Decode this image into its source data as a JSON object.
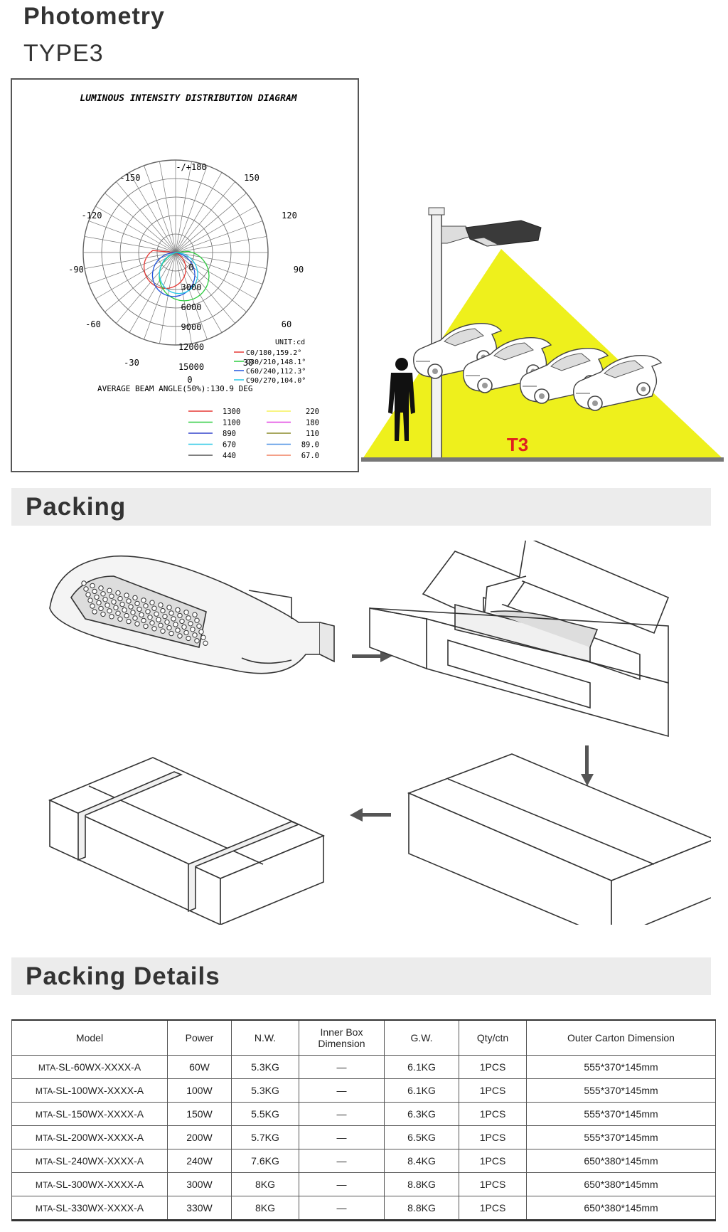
{
  "photometry": {
    "title": "Photometry",
    "type": "TYPE3",
    "diagram": {
      "title": "LUMINOUS INTENSITY DISTRIBUTION DIAGRAM",
      "angle_labels": {
        "top": "-/+180",
        "m150": "-150",
        "p150": "150",
        "m120": "-120",
        "p120": "120",
        "m90": "-90",
        "p90": "90",
        "m60": "-60",
        "p60": "60",
        "m30": "-30",
        "p30": "30",
        "bottom": "0"
      },
      "radial_labels": [
        "0",
        "3000",
        "6000",
        "9000",
        "12000",
        "15000"
      ],
      "unit": "UNIT:cd",
      "curves": [
        {
          "label": "C0/180,159.2°",
          "color": "#e53935"
        },
        {
          "label": "C30/210,148.1°",
          "color": "#2ecc40"
        },
        {
          "label": "C60/240,112.3°",
          "color": "#2255dd"
        },
        {
          "label": "C90/270,104.0°",
          "color": "#29c8e6"
        }
      ],
      "beam_angle": "AVERAGE BEAM ANGLE(50%):130.9 DEG",
      "legend_left": [
        {
          "value": "1300",
          "color": "#e53935"
        },
        {
          "value": "1100",
          "color": "#2ecc40"
        },
        {
          "value": "890",
          "color": "#3344cc"
        },
        {
          "value": "670",
          "color": "#29c8e6"
        },
        {
          "value": "440",
          "color": "#555555"
        }
      ],
      "legend_right": [
        {
          "value": "220",
          "color": "#f5f25a"
        },
        {
          "value": "180",
          "color": "#e040e0"
        },
        {
          "value": "110",
          "color": "#8a8a2a"
        },
        {
          "value": "89.0",
          "color": "#4a90e2"
        },
        {
          "value": "67.0",
          "color": "#f08060"
        }
      ]
    },
    "scene": {
      "label": "T3",
      "light_color": "#eef01c",
      "label_color": "#e02020"
    }
  },
  "packing": {
    "title": "Packing"
  },
  "packing_details": {
    "title": "Packing Details",
    "headers": {
      "model": "Model",
      "power": "Power",
      "nw": "N.W.",
      "inner_line1": "Inner Box",
      "inner_line2": "Dimension",
      "gw": "G.W.",
      "qty": "Qty/ctn",
      "outer": "Outer Carton Dimension"
    },
    "model_prefix": "MTA-",
    "rows": [
      {
        "model": "SL-60WX-XXXX-A",
        "power": "60W",
        "nw": "5.3KG",
        "inner": "—",
        "gw": "6.1KG",
        "qty": "1PCS",
        "outer": "555*370*145mm"
      },
      {
        "model": "SL-100WX-XXXX-A",
        "power": "100W",
        "nw": "5.3KG",
        "inner": "—",
        "gw": "6.1KG",
        "qty": "1PCS",
        "outer": "555*370*145mm"
      },
      {
        "model": "SL-150WX-XXXX-A",
        "power": "150W",
        "nw": "5.5KG",
        "inner": "—",
        "gw": "6.3KG",
        "qty": "1PCS",
        "outer": "555*370*145mm"
      },
      {
        "model": "SL-200WX-XXXX-A",
        "power": "200W",
        "nw": "5.7KG",
        "inner": "—",
        "gw": "6.5KG",
        "qty": "1PCS",
        "outer": "555*370*145mm"
      },
      {
        "model": "SL-240WX-XXXX-A",
        "power": "240W",
        "nw": "7.6KG",
        "inner": "—",
        "gw": "8.4KG",
        "qty": "1PCS",
        "outer": "650*380*145mm"
      },
      {
        "model": "SL-300WX-XXXX-A",
        "power": "300W",
        "nw": "8KG",
        "inner": "—",
        "gw": "8.8KG",
        "qty": "1PCS",
        "outer": "650*380*145mm"
      },
      {
        "model": "SL-330WX-XXXX-A",
        "power": "330W",
        "nw": "8KG",
        "inner": "—",
        "gw": "8.8KG",
        "qty": "1PCS",
        "outer": "650*380*145mm"
      }
    ]
  }
}
